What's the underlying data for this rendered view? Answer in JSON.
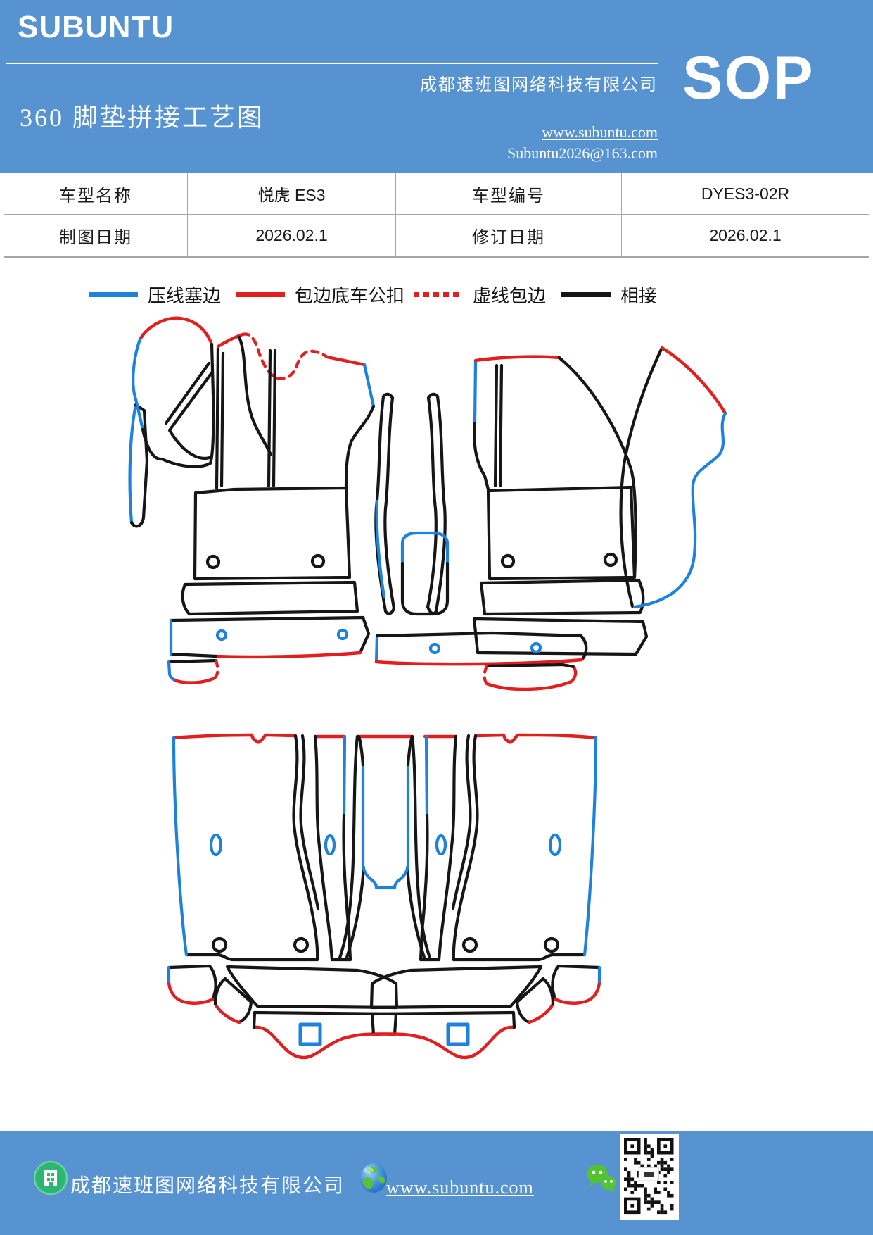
{
  "header": {
    "brand": "SUBUNTU",
    "title": "360 脚垫拼接工艺图",
    "company": "成都速班图网络科技有限公司",
    "badge": "SOP",
    "website": "www.subuntu.com",
    "email": "Subuntu2026@163.com"
  },
  "info_table": {
    "rows": [
      {
        "cells": [
          "车型名称",
          "悦虎 ES3",
          "车型编号",
          "DYES3-02R"
        ]
      },
      {
        "cells": [
          "制图日期",
          "2026.02.1",
          "修订日期",
          "2026.02.1"
        ]
      }
    ]
  },
  "legend": {
    "items": [
      {
        "label": "压线塞边",
        "line": "solid",
        "color": "#1e82dc"
      },
      {
        "label": "包边底车公扣",
        "line": "solid",
        "color": "#e11f1f"
      },
      {
        "label": "虚线包边",
        "line": "dashed",
        "color": "#e11f1f"
      },
      {
        "label": "相接",
        "line": "solid",
        "color": "#141414"
      }
    ]
  },
  "footer": {
    "company": "成都速班图网络科技有限公司",
    "website": "www.subuntu.com",
    "icons": [
      "building-icon",
      "globe-icon",
      "wechat-icon",
      "qr-code"
    ]
  },
  "colors": {
    "banner_blue": "#5793d0",
    "line_blue": "#1e82dc",
    "line_red": "#e11f1f",
    "line_black": "#161616"
  }
}
